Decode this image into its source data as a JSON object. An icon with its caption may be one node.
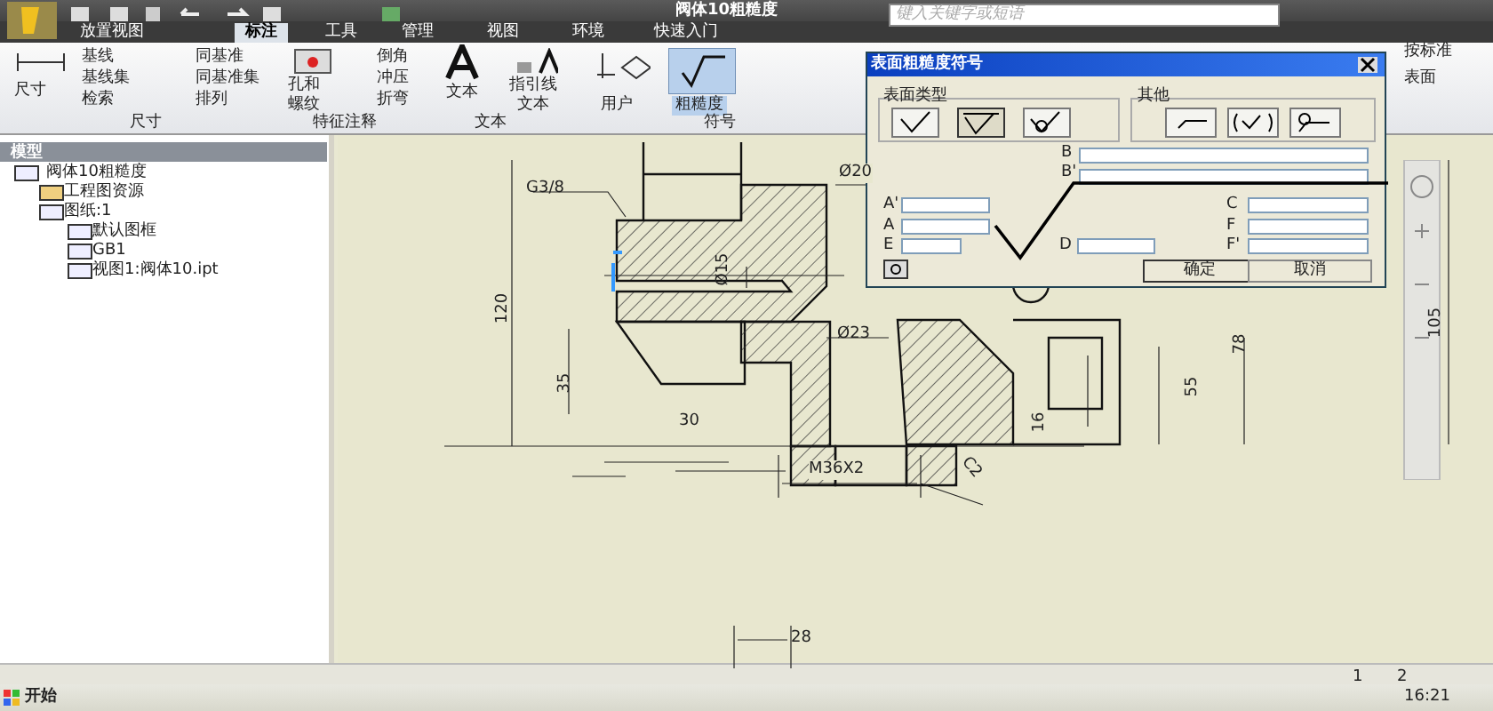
{
  "diagram": {
    "title": "阀体10粗糙度",
    "labels": [
      "放置视图",
      "标注",
      "工具",
      "管理",
      "视图",
      "环境",
      "快速入门",
      "键入关键字或短语",
      "尺寸",
      "基线",
      "基线集",
      "检索",
      "同基准",
      "同基准集",
      "排列",
      "尺寸",
      "孔和螺纹",
      "倒角",
      "冲压",
      "折弯",
      "特征注释",
      "文本",
      "指引线文本",
      "文本",
      "用户",
      "粗糙度",
      "符号",
      "按标准",
      "表面",
      "模型",
      "阀体10粗糙度",
      "工程图资源",
      "图纸:1",
      "默认图框",
      "GB1",
      "视图1:阀体10.ipt",
      "表面粗糙度符号",
      "表面类型",
      "其他",
      "B",
      "B'",
      "A'",
      "A",
      "E",
      "D",
      "C",
      "F",
      "F'",
      "确定",
      "取消",
      "G3/8",
      "Ø20",
      "Ø15",
      "120",
      "Ø23",
      "35",
      "30",
      "M36X2",
      "C2",
      "16",
      "55",
      "78",
      "105",
      "28",
      "1",
      "2",
      "开始",
      "16:21"
    ]
  }
}
